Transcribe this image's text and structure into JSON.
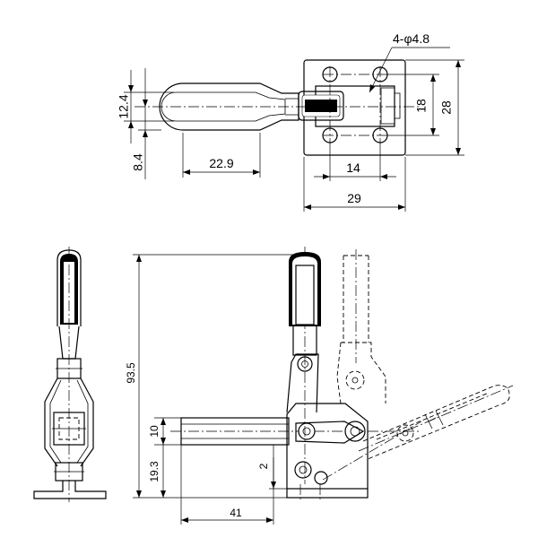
{
  "top_view": {
    "hole_callout": "4-φ4.8",
    "dim_slot_width": "12.4",
    "dim_handle_offset": "8.4",
    "dim_handle_length": "22.9",
    "dim_hole_spacing_x": "14",
    "dim_base_width": "29",
    "dim_hole_spacing_y": "18",
    "dim_base_height": "28"
  },
  "side_view": {
    "dim_total_height": "93.5",
    "dim_bar_thickness": "10",
    "dim_bar_height": "19.3",
    "dim_offset": "2",
    "dim_reach": "41"
  }
}
